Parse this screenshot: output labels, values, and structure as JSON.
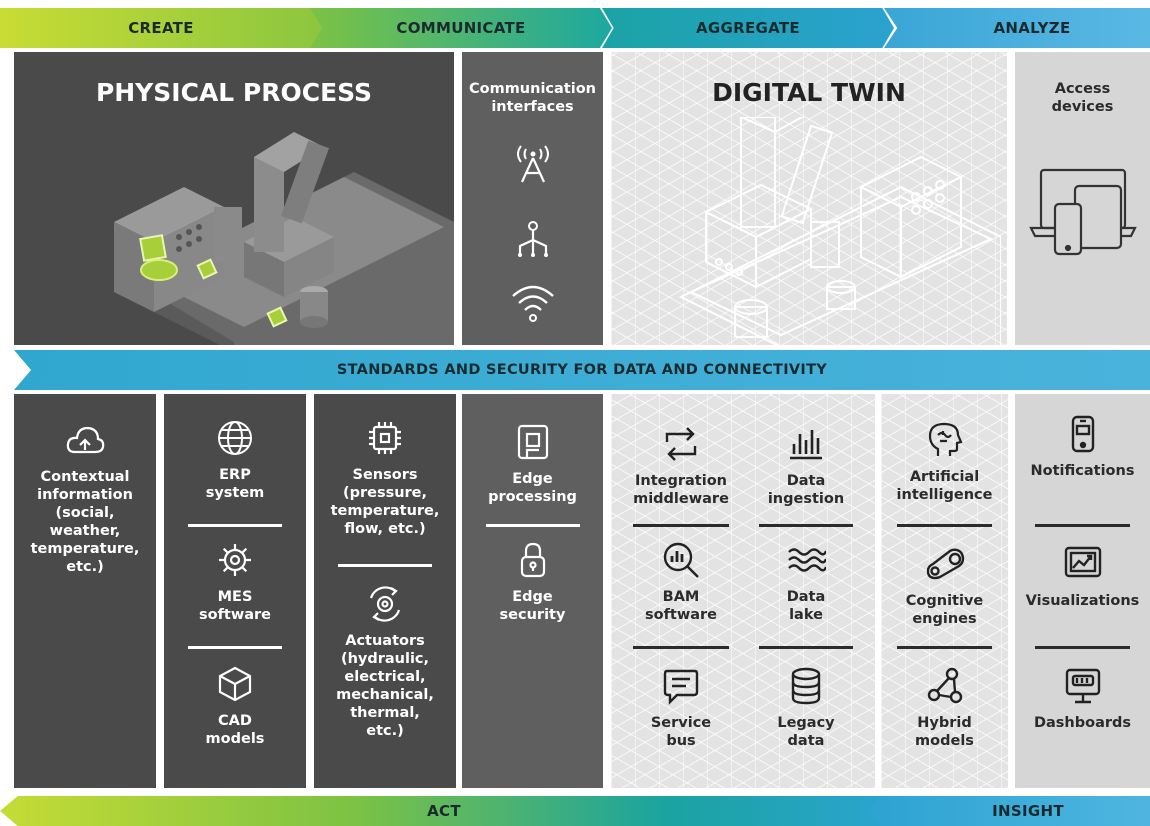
{
  "stages": [
    "CREATE",
    "COMMUNICATE",
    "AGGREGATE",
    "ANALYZE"
  ],
  "top": {
    "physical_process": "PHYSICAL PROCESS",
    "communication_interfaces": "Communication\ninterfaces",
    "digital_twin": "DIGITAL TWIN",
    "access_devices": "Access\ndevices"
  },
  "standards_bar": "STANDARDS AND SECURITY FOR DATA AND CONNECTIVITY",
  "col1": {
    "item1": "Contextual\ninformation\n(social,\nweather,\ntemperature,\netc.)"
  },
  "col2": {
    "item1": "ERP\nsystem",
    "item2": "MES\nsoftware",
    "item3": "CAD\nmodels"
  },
  "col3": {
    "item1": "Sensors\n(pressure,\ntemperature,\nflow, etc.)",
    "item2": "Actuators\n(hydraulic,\nelectrical,\nmechanical,\nthermal,\netc.)"
  },
  "col4": {
    "item1": "Edge\nprocessing",
    "item2": "Edge\nsecurity"
  },
  "col5": {
    "item1": "Integration\nmiddleware",
    "item2": "BAM\nsoftware",
    "item3": "Service\nbus"
  },
  "col6": {
    "item1": "Data\ningestion",
    "item2": "Data\nlake",
    "item3": "Legacy\ndata"
  },
  "col7": {
    "item1": "Artificial\nintelligence",
    "item2": "Cognitive\nengines",
    "item3": "Hybrid\nmodels"
  },
  "col8": {
    "item1": "Notifications",
    "item2": "Visualizations",
    "item3": "Dashboards"
  },
  "bottom": {
    "act": "ACT",
    "insight": "INSIGHT"
  },
  "colors": {
    "green": "#b6d432",
    "teal": "#1fa6a0",
    "blue": "#3aa6d6",
    "dark": "#4a4a4a",
    "mid": "#5f5f5f",
    "light": "#e3e3e3"
  }
}
